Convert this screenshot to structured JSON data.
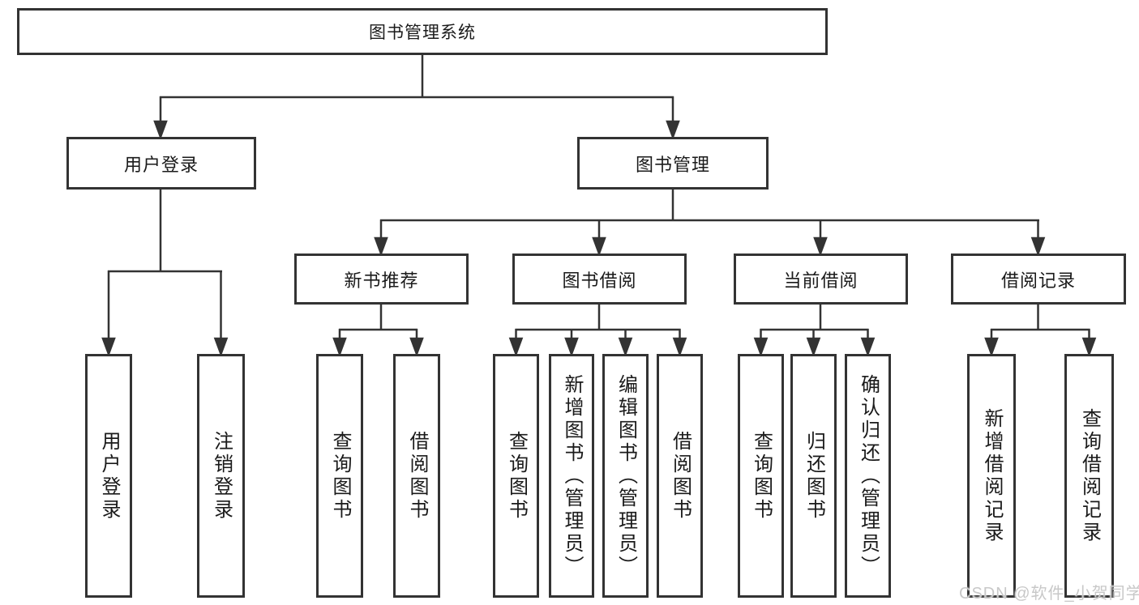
{
  "diagram": {
    "title": "图书管理系统",
    "tree": {
      "root": {
        "label": "图书管理系统"
      },
      "branches": [
        {
          "label": "用户登录",
          "children": [
            {
              "label": "用户登录"
            },
            {
              "label": "注销登录"
            }
          ]
        },
        {
          "label": "图书管理",
          "children": [
            {
              "label": "新书推荐",
              "children": [
                {
                  "label": "查询图书"
                },
                {
                  "label": "借阅图书"
                }
              ]
            },
            {
              "label": "图书借阅",
              "children": [
                {
                  "label": "查询图书"
                },
                {
                  "label": "新增图书（管理员）"
                },
                {
                  "label": "编辑图书（管理员）"
                },
                {
                  "label": "借阅图书"
                }
              ]
            },
            {
              "label": "当前借阅",
              "children": [
                {
                  "label": "查询图书"
                },
                {
                  "label": "归还图书"
                },
                {
                  "label": "确认归还（管理员）"
                }
              ]
            },
            {
              "label": "借阅记录",
              "children": [
                {
                  "label": "新增借阅记录"
                },
                {
                  "label": "查询借阅记录"
                }
              ]
            }
          ]
        }
      ]
    },
    "watermark": "CSDN @软件_小贺同学",
    "colors": {
      "line": "#333333",
      "text": "#1a1a1a",
      "watermark": "#c8c8c8",
      "background": "#ffffff"
    }
  }
}
